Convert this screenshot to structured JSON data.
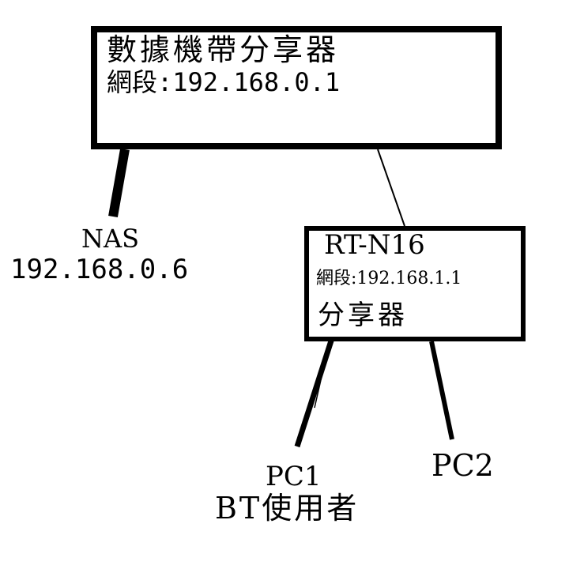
{
  "modem": {
    "title": "數據機帶分享器",
    "subnet": "網段:192.168.0.1"
  },
  "router": {
    "model": "RT-N16",
    "subnet": "網段:192.168.1.1",
    "type": "分享器"
  },
  "nas": {
    "name": "NAS",
    "ip": "192.168.0.6"
  },
  "pc1": {
    "name": "PC1",
    "role": "BT使用者"
  },
  "pc2": {
    "name": "PC2"
  },
  "colors": {
    "stroke": "#000000",
    "background": "#ffffff"
  }
}
